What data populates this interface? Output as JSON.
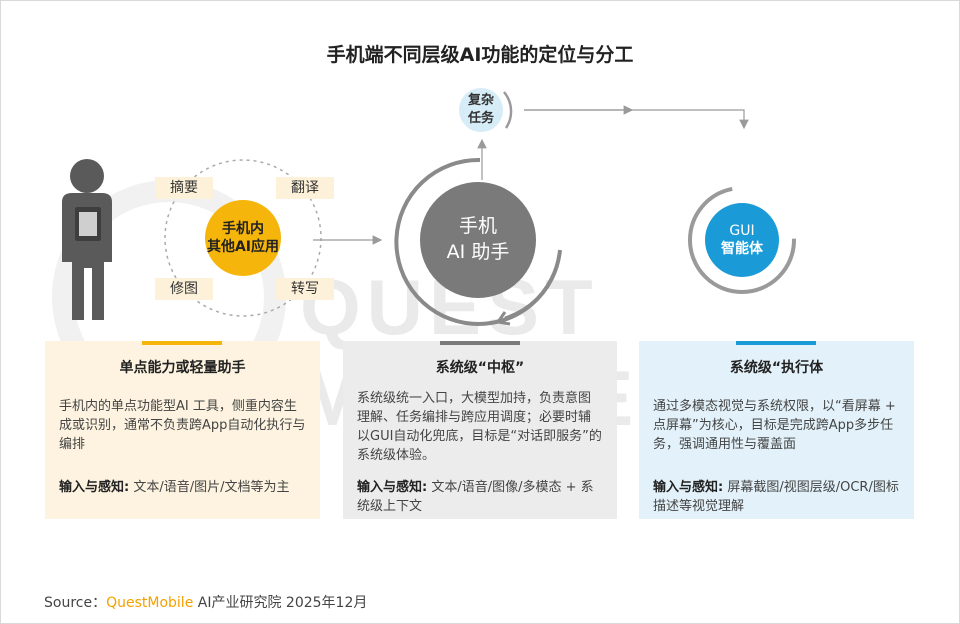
{
  "title": "手机端不同层级AI功能的定位与分工",
  "watermark": "QUEST MOBILE",
  "left_cluster": {
    "center_line1": "手机内",
    "center_line2": "其他AI应用",
    "tags": [
      "摘要",
      "翻译",
      "修图",
      "转写"
    ]
  },
  "middle_hub": {
    "line1": "手机",
    "line2": "AI 助手",
    "complex_task_line1": "复杂",
    "complex_task_line2": "任务"
  },
  "right_agent": {
    "line1": "GUI",
    "line2": "智能体"
  },
  "cards": [
    {
      "title": "单点能力或轻量助手",
      "desc": "手机内的单点功能型AI 工具，侧重内容生成或识别，通常不负责跨App自动化执行与编排",
      "input_label": "输入与感知:",
      "input_text": "文本/语音/图片/文档等为主"
    },
    {
      "title": "系统级“中枢”",
      "desc": "系统级统一入口，大模型加持，负责意图理解、任务编排与跨应用调度；必要时辅以GUI自动化兜底，目标是“对话即服务”的系统级体验。",
      "input_label": "输入与感知:",
      "input_text": "文本/语音/图像/多模态 + 系统级上下文"
    },
    {
      "title": "系统级“执行体",
      "desc": "通过多模态视觉与系统权限，以“看屏幕 + 点屏幕”为核心，目标是完成跨App多步任务，强调通用性与覆盖面",
      "input_label": "输入与感知:",
      "input_text": "屏幕截图/视图层级/OCR/图标描述等视觉理解"
    }
  ],
  "source": {
    "prefix": "Source：",
    "brand": "QuestMobile",
    "rest": " AI产业研究院 2025年12月"
  },
  "colors": {
    "amber": "#f5b50a",
    "gray_hub": "#7a7a7a",
    "blue": "#1a9bd7",
    "card_left_bg": "#fdf3e0",
    "card_mid_bg": "#ececec",
    "card_right_bg": "#e3f2fa",
    "complex_bg": "#d6ecf7"
  }
}
